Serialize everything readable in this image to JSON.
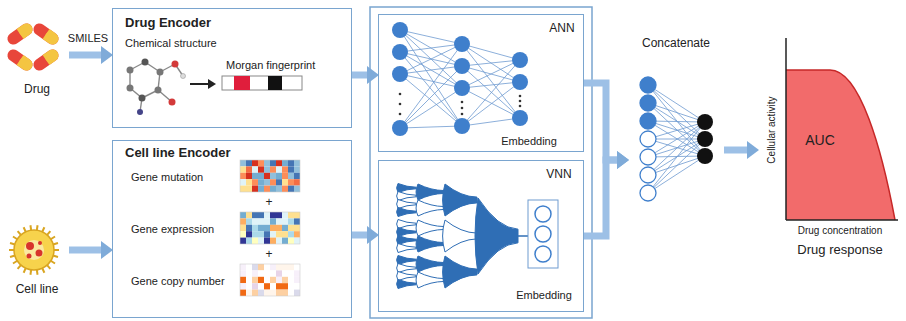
{
  "diagram": {
    "nodes": [
      {
        "text": [
          "Drug"
        ]
      },
      {
        "text": [
          "Drug Encoder",
          "Chemical structure",
          "Morgan fingerprint"
        ]
      },
      {
        "text": [
          "Cell line"
        ]
      },
      {
        "text": [
          "Cell line Encoder",
          "Gene mutation",
          "+",
          "Gene expression",
          "+",
          "Gene copy number"
        ]
      },
      {
        "text": [
          "ANN",
          "Embedding"
        ]
      },
      {
        "text": [
          "VNN",
          "Embedding"
        ]
      },
      {
        "text": [
          "Concatenate"
        ]
      },
      {
        "text": [
          "Cellular activity",
          "AUC",
          "Drug concentration",
          "Drug response"
        ]
      }
    ],
    "edges": [
      {
        "from": 0,
        "to": 1,
        "arrow": "to",
        "label": "SMILES"
      },
      {
        "from": 2,
        "to": 3,
        "arrow": "to"
      },
      {
        "from": 1,
        "to": 4,
        "arrow": "to"
      },
      {
        "from": 3,
        "to": 5,
        "arrow": "to"
      },
      {
        "from": 4,
        "to": 6,
        "arrow": "to"
      },
      {
        "from": 5,
        "to": 6,
        "arrow": "to"
      },
      {
        "from": 6,
        "to": 7,
        "arrow": "to"
      }
    ]
  }
}
